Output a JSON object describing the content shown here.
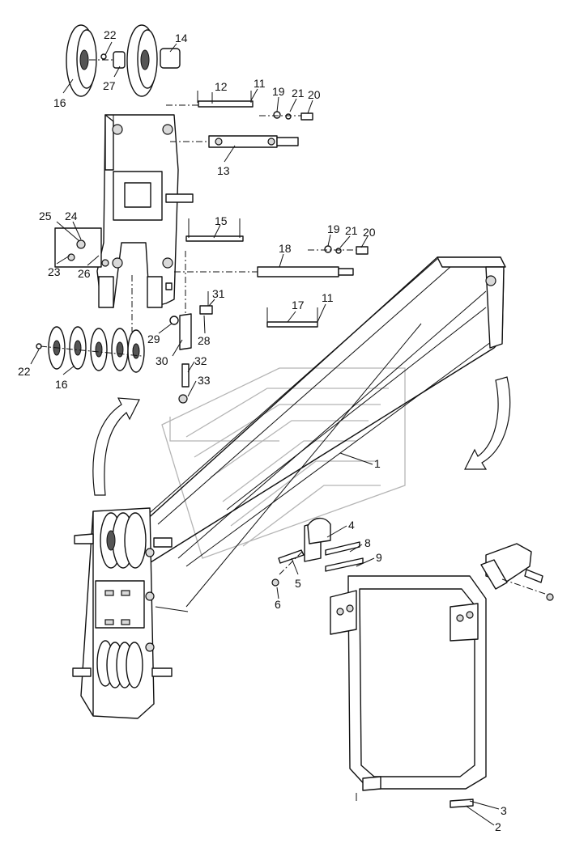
{
  "callouts": [
    {
      "id": "c1",
      "text": "1"
    },
    {
      "id": "c2",
      "text": "2"
    },
    {
      "id": "c3",
      "text": "3"
    },
    {
      "id": "c4",
      "text": "4"
    },
    {
      "id": "c5",
      "text": "5"
    },
    {
      "id": "c6",
      "text": "6"
    },
    {
      "id": "c8",
      "text": "8"
    },
    {
      "id": "c9",
      "text": "9"
    },
    {
      "id": "c11a",
      "text": "11"
    },
    {
      "id": "c11b",
      "text": "11"
    },
    {
      "id": "c12",
      "text": "12"
    },
    {
      "id": "c13",
      "text": "13"
    },
    {
      "id": "c14",
      "text": "14"
    },
    {
      "id": "c15",
      "text": "15"
    },
    {
      "id": "c16a",
      "text": "16"
    },
    {
      "id": "c16b",
      "text": "16"
    },
    {
      "id": "c17",
      "text": "17"
    },
    {
      "id": "c18",
      "text": "18"
    },
    {
      "id": "c19a",
      "text": "19"
    },
    {
      "id": "c19b",
      "text": "19"
    },
    {
      "id": "c20a",
      "text": "20"
    },
    {
      "id": "c20b",
      "text": "20"
    },
    {
      "id": "c21a",
      "text": "21"
    },
    {
      "id": "c21b",
      "text": "21"
    },
    {
      "id": "c22a",
      "text": "22"
    },
    {
      "id": "c22b",
      "text": "22"
    },
    {
      "id": "c23",
      "text": "23"
    },
    {
      "id": "c24",
      "text": "24"
    },
    {
      "id": "c25",
      "text": "25"
    },
    {
      "id": "c26",
      "text": "26"
    },
    {
      "id": "c27",
      "text": "27"
    },
    {
      "id": "c28",
      "text": "28"
    },
    {
      "id": "c29",
      "text": "29"
    },
    {
      "id": "c30",
      "text": "30"
    },
    {
      "id": "c31",
      "text": "31"
    },
    {
      "id": "c32",
      "text": "32"
    },
    {
      "id": "c33",
      "text": "33"
    }
  ]
}
